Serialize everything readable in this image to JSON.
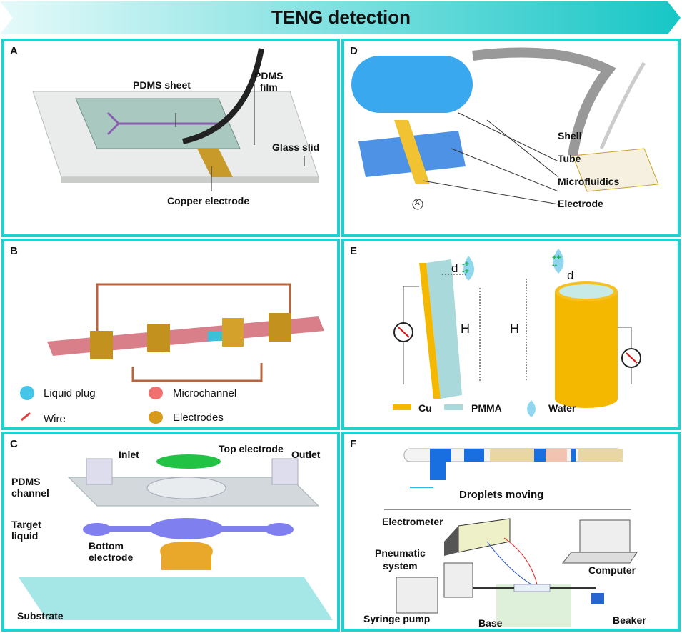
{
  "title": "TENG detection",
  "colors": {
    "border": "#1ed2cf",
    "banner_start": "#e6fafa",
    "banner_end": "#17c6c6",
    "copper": "#f2b21b",
    "pmma": "#a9d9da",
    "liquid": "#3aa0e8"
  },
  "panels": {
    "A": {
      "label": "A",
      "pdms_sheet": "PDMS sheet",
      "pdms_film": "PDMS\nfilm",
      "glass_slide": "Glass slid",
      "copper_electrode": "Copper electrode"
    },
    "B": {
      "label": "B",
      "liquid_plug": "Liquid plug",
      "microchannel": "Microchannel",
      "wire": "Wire",
      "electrodes": "Electrodes"
    },
    "C": {
      "label": "C",
      "inlet": "Inlet",
      "top_electrode": "Top electrode",
      "outlet": "Outlet",
      "pdms_channel": "PDMS\nchannel",
      "target_liquid": "Target\nliquid",
      "bottom_electrode": "Bottom\nelectrode",
      "substrate": "Substrate"
    },
    "D": {
      "label": "D",
      "shell": "Shell",
      "tube": "Tube",
      "microfluidics": "Microfluidics",
      "electrode": "Electrode",
      "ammeter": "A"
    },
    "E": {
      "label": "E",
      "d1": "d",
      "d2": "d",
      "h1": "H",
      "h2": "H",
      "cu": "Cu",
      "pmma": "PMMA",
      "water": "Water",
      "drop1_charges": "-+\n-+",
      "drop2_charges": "++\n--"
    },
    "F": {
      "label": "F",
      "droplets_moving": "Droplets moving",
      "electrometer": "Electrometer",
      "pneumatic_system": "Pneumatic\nsystem",
      "computer": "Computer",
      "syringe_pump": "Syringe pump",
      "base": "Base",
      "beaker": "Beaker"
    }
  }
}
